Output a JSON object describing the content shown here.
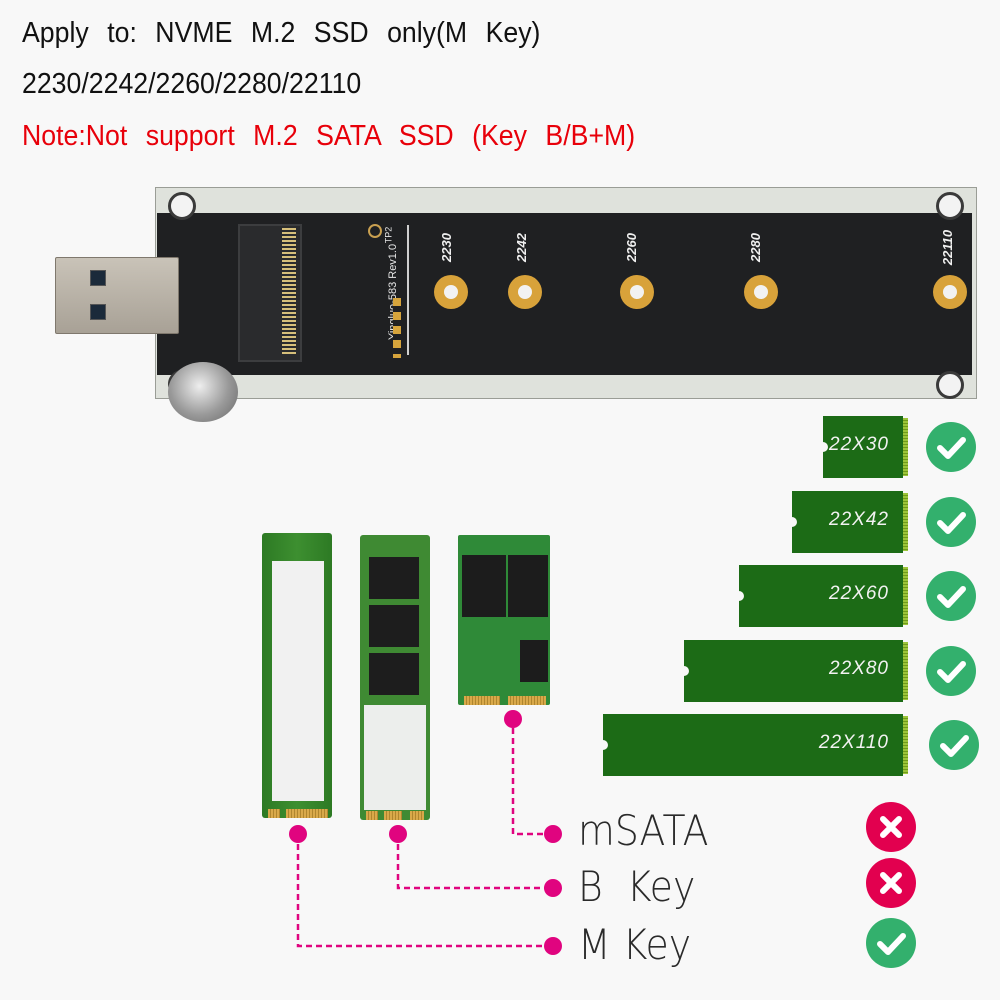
{
  "header": {
    "line1": "Apply to: NVME M.2 SSD only(M Key)",
    "line2": "2230/2242/2260/2280/22110",
    "note": "Note:Not support M.2 SATA SSD (Key B/B+M)"
  },
  "board": {
    "model_text": "Yingluo-583 Rev1.0",
    "tp_label": "TP2",
    "standoff_labels": [
      "2230",
      "2242",
      "2260",
      "2280",
      "22110"
    ]
  },
  "sizes": [
    {
      "label": "22X30",
      "supported": true
    },
    {
      "label": "22X42",
      "supported": true
    },
    {
      "label": "22X60",
      "supported": true
    },
    {
      "label": "22X80",
      "supported": true
    },
    {
      "label": "22X110",
      "supported": true
    }
  ],
  "keys": [
    {
      "label": "mSATA",
      "supported": false
    },
    {
      "label": "B  Key",
      "supported": false
    },
    {
      "label": "M Key",
      "supported": true
    }
  ],
  "colors": {
    "note_red": "#e8000a",
    "check_green": "#33b06d",
    "cross_red": "#e2004f",
    "connector_magenta": "#e0047f",
    "card_green": "#1c6b16"
  }
}
